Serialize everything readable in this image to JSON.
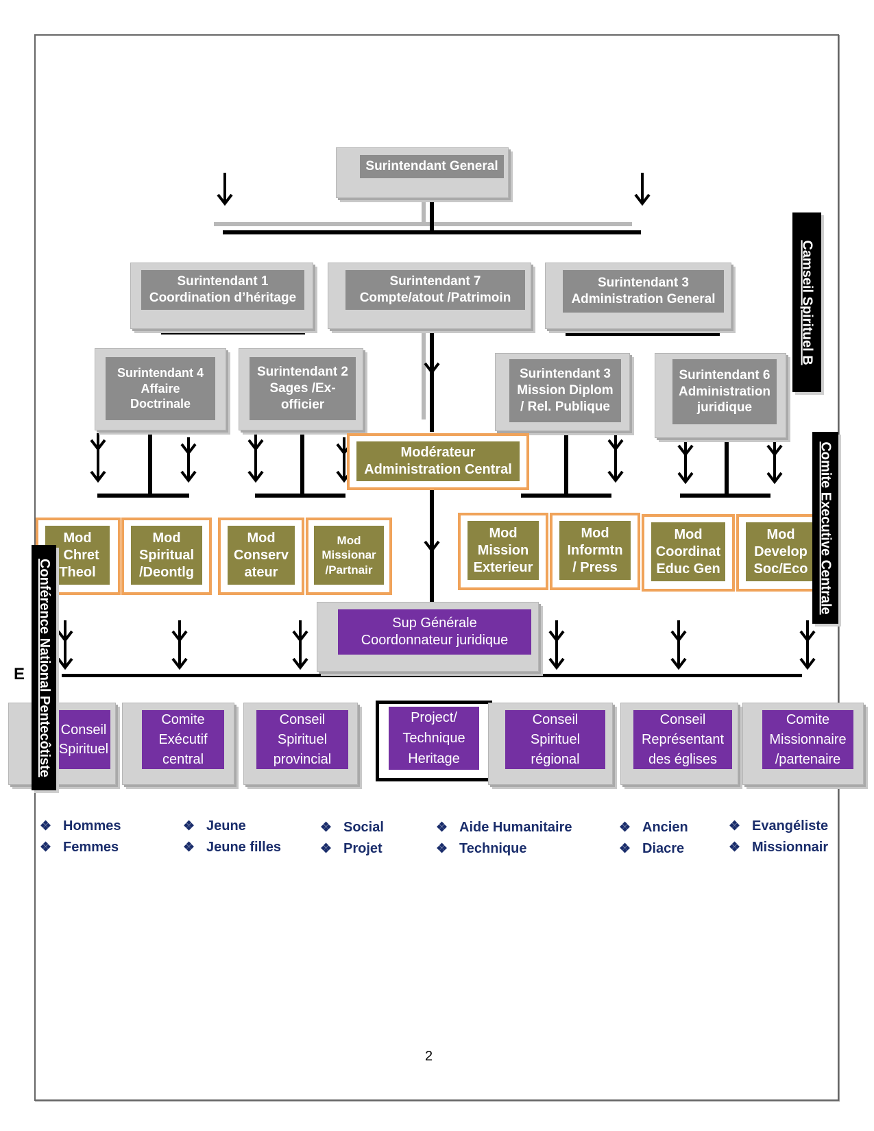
{
  "top": {
    "superintendent_general": "Surintendant General"
  },
  "superintendents": {
    "s1": [
      "Surintendant 1",
      "Coordination d’héritage"
    ],
    "s7": [
      "Surintendant 7",
      "Compte/atout /Patrimoin"
    ],
    "s3a": [
      "Surintendant 3",
      "Administration General"
    ],
    "s4": [
      "Surintendant 4",
      "Affaire",
      "Doctrinale"
    ],
    "s2": [
      "Surintendant 2",
      "Sages /Ex-",
      "officier"
    ],
    "s3b": [
      "Surintendant 3",
      "Mission Diplom",
      "/ Rel. Publique"
    ],
    "s6": [
      "Surintendant 6",
      "Administration",
      "juridique"
    ]
  },
  "moderator": [
    "Modérateur",
    "Administration Central"
  ],
  "mods": {
    "chret": [
      "Mod",
      "l Chret",
      "Theol"
    ],
    "spiritual": [
      "Mod",
      "Spiritual",
      "/Deontlg"
    ],
    "conserv": [
      "Mod",
      "Conserv",
      "ateur"
    ],
    "missionar": [
      "Mod",
      "Missionar",
      "/Partnair"
    ],
    "mission": [
      "Mod",
      "Mission",
      "Exterieur"
    ],
    "informtn": [
      "Mod",
      "Informtn",
      "/ Press"
    ],
    "coordinat": [
      "Mod",
      "Coordinat",
      "Educ Gen"
    ],
    "develop": [
      "Mod",
      "Develop",
      "Soc/Eco"
    ]
  },
  "sup_generale": [
    "Sup Générale",
    "Coordonnateur juridique"
  ],
  "councils": {
    "c1": [
      "Conseil",
      "Spirituel"
    ],
    "c2": [
      "Comite",
      "Exécutif",
      "central"
    ],
    "c3": [
      "Conseil",
      "Spirituel",
      "provincial"
    ],
    "c4": [
      "Project/",
      "Technique",
      "Heritage"
    ],
    "c5": [
      "Conseil",
      "Spirituel",
      "régional"
    ],
    "c6": [
      "Conseil",
      "Représentant",
      "des églises"
    ],
    "c7": [
      "Comite",
      "Missionnaire",
      "/partenaire"
    ]
  },
  "side_labels": {
    "camseil": "Camseil Spirituel B",
    "comite_exec": "Comite Executive Centrale",
    "conference": "Conférence National Pentecôtiste"
  },
  "bullets": {
    "g1": [
      "Hommes",
      "Femmes"
    ],
    "g2": [
      "Jeune",
      "Jeune filles"
    ],
    "g3": [
      "Social",
      "Projet"
    ],
    "g4": [
      "Aide Humanitaire",
      "Technique"
    ],
    "g5": [
      "Ancien",
      "Diacre"
    ],
    "g6": [
      "Evangéliste",
      "Missionnair"
    ]
  },
  "stray_letter": "E",
  "page_number": "2",
  "colors": {
    "gray": "#8c8c8c",
    "olive": "#8b8542",
    "purple": "#7430a2",
    "orange": "#f0a35a",
    "navy": "#1a2d6b"
  },
  "icons": {
    "arrow": "down-arrow-icon",
    "bullet": "diamond-bullet-icon"
  }
}
